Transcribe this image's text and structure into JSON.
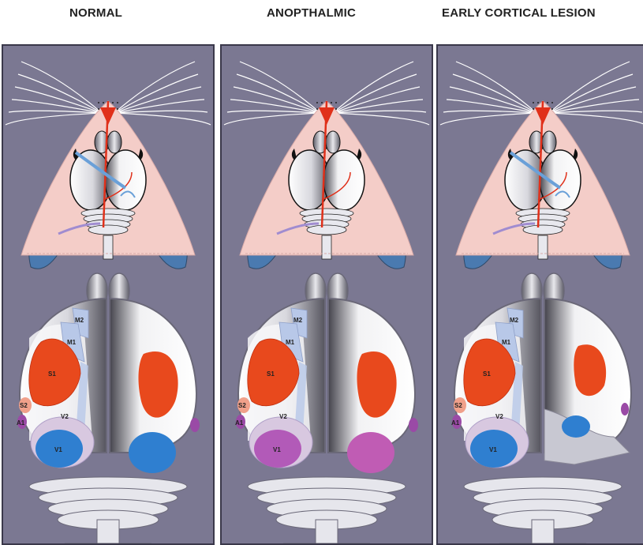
{
  "panels": [
    {
      "title": "NORMAL",
      "variant": "normal",
      "v1_color": "#2f7fd0",
      "opp_color": "#2f7fd0",
      "vis_pathway": true
    },
    {
      "title": "ANOPTHALMIC",
      "variant": "anophthalmic",
      "v1_color": "#b25ab8",
      "opp_color": "#c05cb4",
      "vis_pathway": false
    },
    {
      "title": "EARLY CORTICAL LESION",
      "variant": "lesion",
      "v1_color": "#2f7fd0",
      "opp_color": "#2f7fd0",
      "vis_pathway": true
    }
  ],
  "area_labels": {
    "m2": "M2",
    "m1": "M1",
    "s1": "S1",
    "s2": "S2",
    "a1": "A1",
    "v2": "V2",
    "v1": "V1"
  },
  "colors": {
    "panel_bg": "#7b7892",
    "snout": "#f4cdc8",
    "s1": "#e8491d",
    "m_areas": "#b8c8e8",
    "a1": "#9a4aa6",
    "s2": "#f0a08a",
    "eye_blue": "#4a7ab0"
  }
}
